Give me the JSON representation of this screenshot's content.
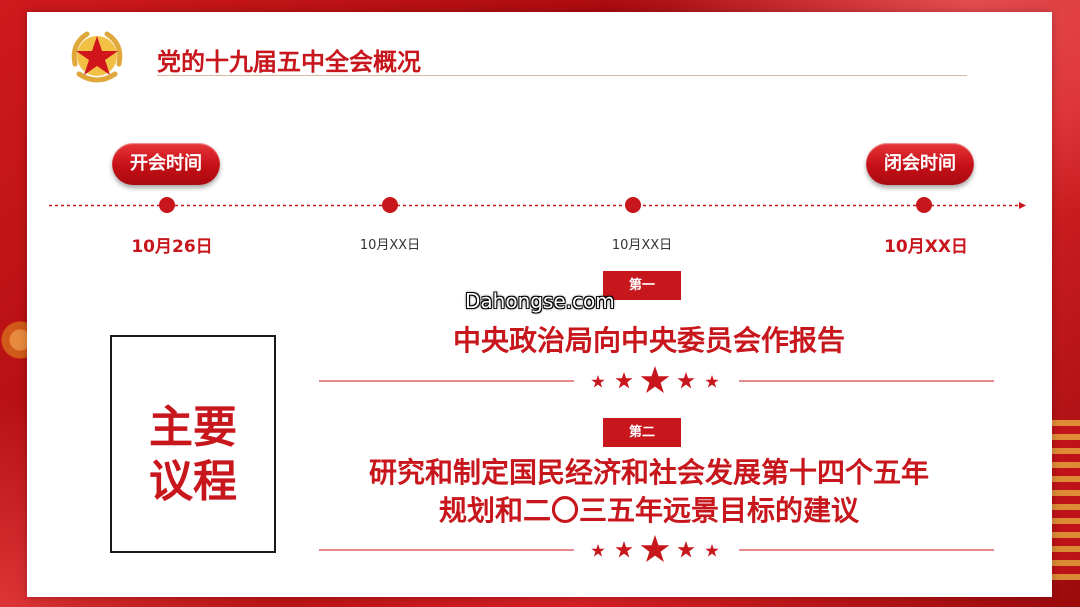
{
  "header": {
    "title": "党的十九届五中全会概况"
  },
  "timeline": {
    "start_pill": "开会时间",
    "end_pill": "闭会时间",
    "dates": [
      "10月26日",
      "10月XX日",
      "10月XX日",
      "10月XX日"
    ]
  },
  "agenda": {
    "title_line1": "主要",
    "title_line2": "议程",
    "items": [
      {
        "tag": "第一",
        "text_line1": "中央政治局向中央委员会作报告"
      },
      {
        "tag": "第二",
        "text_line1": "研究和制定国民经济和社会发展第十四个五年",
        "text_line2": "规划和二〇三五年远景目标的建议"
      }
    ]
  },
  "watermark": "Dahongse.com",
  "colors": {
    "accent": "#c8161d",
    "gold": "#e0a73a",
    "background": "#b40f12"
  }
}
